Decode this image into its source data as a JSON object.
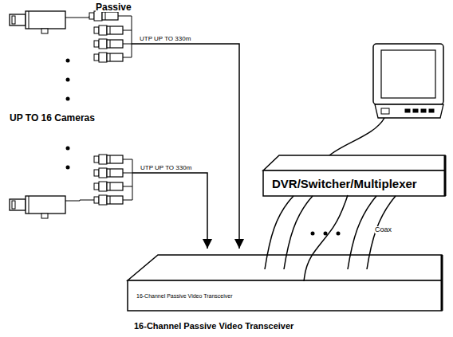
{
  "diagram": {
    "caption": "16-Channel Passive Video Transceiver",
    "nodes": [
      {
        "text": [
          "DVR/Switcher/Multiplexer"
        ]
      },
      {
        "text": [
          "16-Channel Passive Video Transceiver"
        ]
      }
    ],
    "edges": [
      {
        "from": 1,
        "to": 0,
        "arrow": "none",
        "label": "Coax"
      }
    ],
    "labels": [
      "Passive",
      "UTP UP TO 330m",
      "UTP UP TO 330m",
      "UP TO 16 Cameras"
    ]
  }
}
